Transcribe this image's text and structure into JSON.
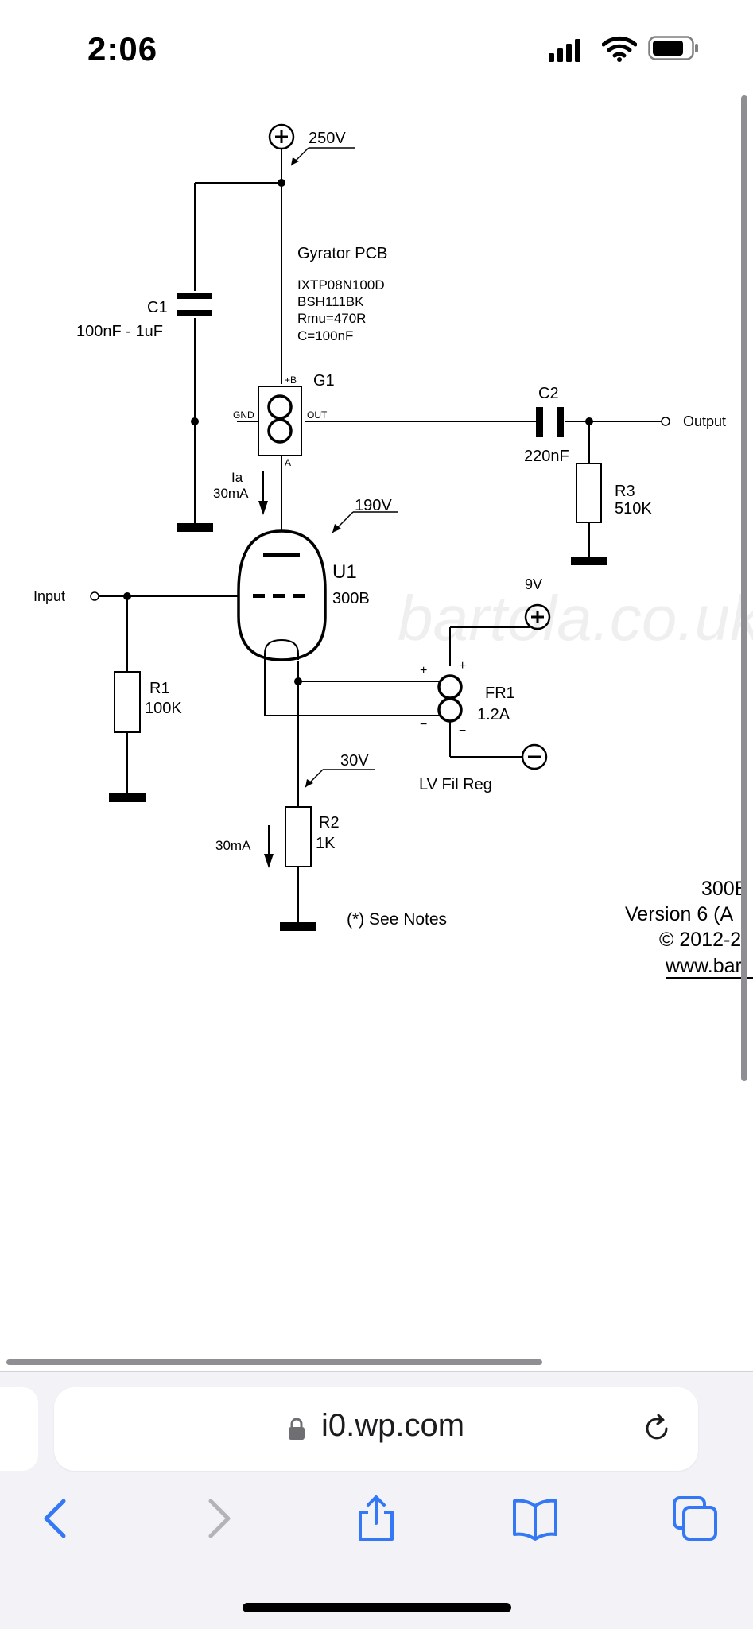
{
  "status_bar": {
    "time": "2:06"
  },
  "schematic": {
    "supply_plus": "250V",
    "gyrator_title": "Gyrator PCB",
    "gyrator_specs": [
      "IXTP08N100D",
      "BSH111BK",
      "Rmu=470R",
      "C=100nF"
    ],
    "g1_pin_b": "+B",
    "g1_name": "G1",
    "g1_pin_gnd": "GND",
    "g1_pin_out": "OUT",
    "g1_pin_a": "A",
    "c1_name": "C1",
    "c1_value": "100nF - 1uF",
    "c2_name": "C2",
    "c2_value": "220nF",
    "output_label": "Output",
    "r3_name": "R3",
    "r3_value": "510K",
    "ia_label": "Ia",
    "ia_value": "30mA",
    "plate_voltage": "190V",
    "u1_name": "U1",
    "u1_value": "300B",
    "input_label": "Input",
    "fil_voltage": "9V",
    "fr1_name": "FR1",
    "fr1_value": "1.2A",
    "r1_name": "R1",
    "r1_value": "100K",
    "cathode_voltage": "30V",
    "fil_reg_label": "LV Fil Reg",
    "r2_name": "R2",
    "r2_value": "1K",
    "r2_current": "30mA",
    "notes": "(*) See Notes",
    "watermark": "bartola.co.uk",
    "title_block": [
      "300B",
      "Version 6 (A",
      "© 2012-2",
      "www.bar"
    ]
  },
  "browser": {
    "url": "i0.wp.com"
  }
}
